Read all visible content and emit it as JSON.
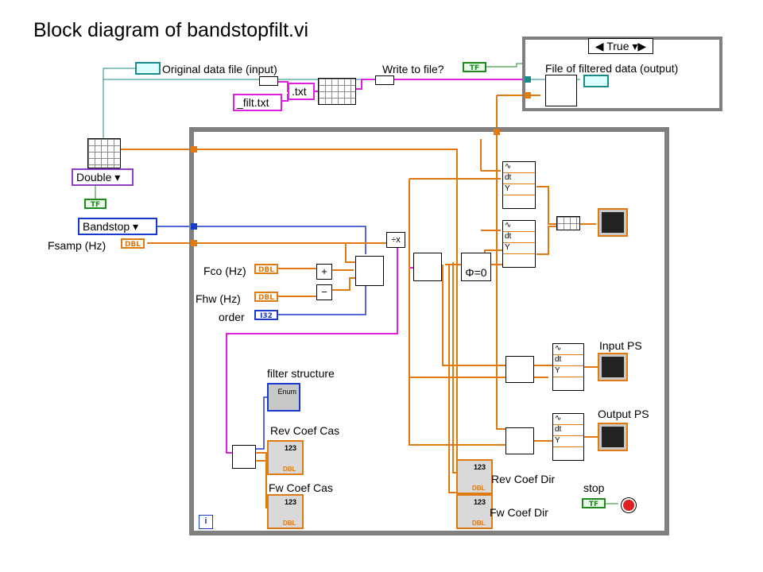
{
  "title": "Block diagram of bandstopfilt.vi",
  "labels": {
    "original_file": "Original data file (input)",
    "write_to_file": "Write to file?",
    "filtered_file": "File of filtered data (output)",
    "fsamp": "Fsamp (Hz)",
    "fco": "Fco (Hz)",
    "fhw": "Fhw (Hz)",
    "order": "order",
    "filter_structure": "filter structure",
    "rev_coef_cas": "Rev Coef Cas",
    "fw_coef_cas": "Fw Coef Cas",
    "rev_coef_dir": "Rev Coef Dir",
    "fw_coef_dir": "Fw Coef Dir",
    "input_ps": "Input PS",
    "output_ps": "Output PS",
    "stop": "stop"
  },
  "constants": {
    "txt": ".txt",
    "filt_txt": "_filt.txt",
    "double_ring": "Double",
    "bandstop_ring": "Bandstop",
    "case_selector": "True",
    "phase_zero": "Φ=0",
    "dt": "dt",
    "y": "Y",
    "loop_index": "i"
  },
  "terminals": {
    "tf": "TF",
    "dbl": "DBL",
    "i32": "I32",
    "num": "123",
    "enum": "Enum"
  },
  "colors": {
    "double_wire": "#e07a10",
    "string_wire": "#e020e0",
    "boolean_wire": "#1c8a1c",
    "integer_wire": "#1a3acc",
    "path_wire": "#1a8a8a",
    "structure_border": "#808080"
  }
}
